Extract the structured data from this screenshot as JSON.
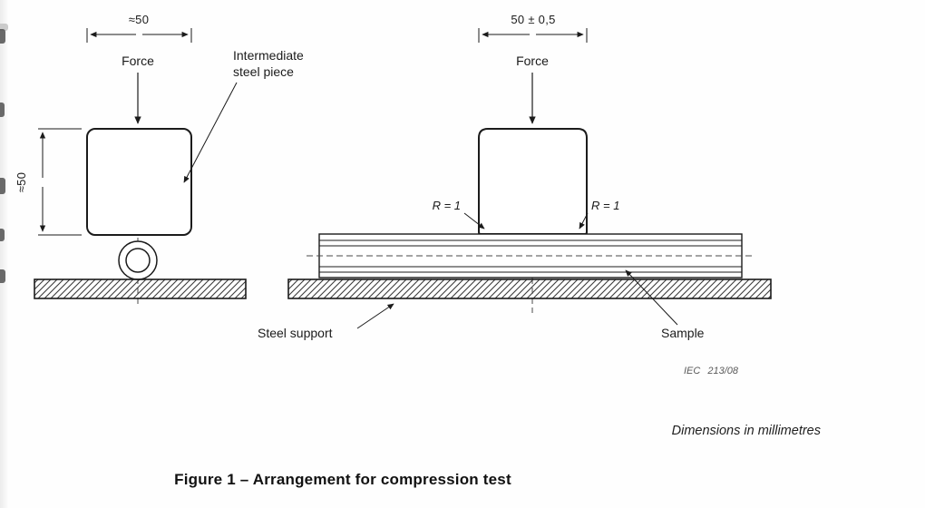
{
  "figure": {
    "caption": "Figure 1 – Arrangement for compression test",
    "dimensions_note": "Dimensions in millimetres",
    "source_ref": "IEC 213/08"
  },
  "left_diagram": {
    "top_dimension": "≈50",
    "side_dimension": "≈50",
    "force_label": "Force",
    "intermediate_piece_label_line1": "Intermediate",
    "intermediate_piece_label_line2": "steel piece",
    "support_label": "Steel support"
  },
  "right_diagram": {
    "top_dimension": "50 ± 0,5",
    "force_label": "Force",
    "corner_radius_left": "R = 1",
    "corner_radius_right": "R = 1",
    "sample_label": "Sample"
  }
}
